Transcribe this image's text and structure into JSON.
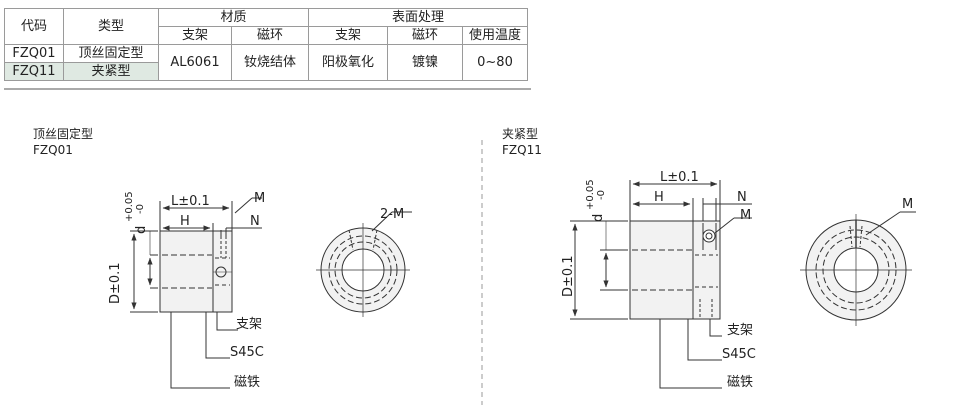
{
  "table": {
    "headers": {
      "code": "代码",
      "type": "类型",
      "material": "材质",
      "surface": "表面处理",
      "bracket": "支架",
      "magnet_ring": "磁环",
      "temp": "使用温度"
    },
    "rows": [
      {
        "code": "FZQ01",
        "type": "顶丝固定型"
      },
      {
        "code": "FZQ11",
        "type": "夹紧型"
      }
    ],
    "values": {
      "bracket_material": "AL6061",
      "magnet_material": "钕烧结体",
      "bracket_surface": "阳极氧化",
      "magnet_surface": "镀镍",
      "temperature": "0~80"
    }
  },
  "left_drawing": {
    "title": "顶丝固定型",
    "code": "FZQ01",
    "dims": {
      "L": "L±0.1",
      "H": "H",
      "M": "M",
      "N": "N",
      "D": "D±0.1",
      "d": "d",
      "d_tol_upper": "+0.05",
      "d_tol_lower": "-0"
    },
    "labels": {
      "bracket": "支架",
      "screw": "S45C",
      "magnet": "磁铁",
      "screw_count": "2-M"
    }
  },
  "right_drawing": {
    "title": "夹紧型",
    "code": "FZQ11",
    "dims": {
      "L": "L±0.1",
      "H": "H",
      "M": "M",
      "N": "N",
      "D": "D±0.1",
      "d": "d",
      "d_tol_upper": "+0.05",
      "d_tol_lower": "-0"
    },
    "labels": {
      "bracket": "支架",
      "screw": "S45C",
      "magnet": "磁铁",
      "screw_label": "M"
    }
  }
}
